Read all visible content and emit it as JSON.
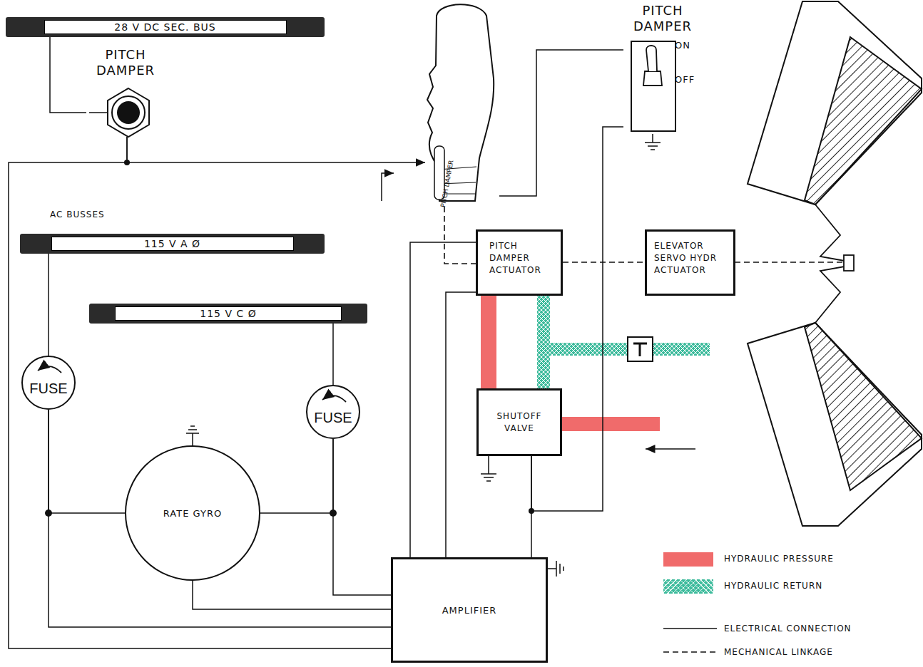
{
  "diagram": {
    "nodes": [
      {
        "text": [
          "28 V DC SEC. BUS"
        ]
      },
      {
        "text": [
          "PITCH DAMPER"
        ]
      },
      {
        "text": [
          "PITCH DAMPER"
        ]
      },
      {
        "text": [
          "PITCH DAMPER",
          "ON",
          "OFF"
        ]
      },
      {
        "text": [
          "115 V A Ø"
        ]
      },
      {
        "text": [
          "115 V C Ø"
        ]
      },
      {
        "text": [
          "FUSE"
        ]
      },
      {
        "text": [
          "FUSE"
        ]
      },
      {
        "text": [
          "RATE GYRO"
        ]
      },
      {
        "text": [
          "PITCH DAMPER ACTUATOR"
        ]
      },
      {
        "text": [
          "ELEVATOR SERVO HYDR ACTUATOR"
        ]
      },
      {
        "text": [
          "SHUTOFF VALVE"
        ]
      },
      {
        "text": [
          "AMPLIFIER"
        ]
      }
    ],
    "edges": [
      {
        "from": 0,
        "to": 1,
        "arrow": "none"
      },
      {
        "from": 1,
        "to": 2,
        "arrow": "to"
      },
      {
        "from": 2,
        "to": 3,
        "arrow": "none"
      },
      {
        "from": 2,
        "to": 9,
        "arrow": "none"
      },
      {
        "from": 9,
        "to": 10,
        "arrow": "none"
      },
      {
        "from": 3,
        "to": 11,
        "arrow": "none"
      },
      {
        "from": 11,
        "to": 12,
        "arrow": "none"
      },
      {
        "from": 9,
        "to": 12,
        "arrow": "none"
      },
      {
        "from": 9,
        "to": 12,
        "arrow": "none"
      },
      {
        "from": 11,
        "to": 9,
        "arrow": "none"
      },
      {
        "from": 9,
        "to": 11,
        "arrow": "none"
      },
      {
        "from": 4,
        "to": 6,
        "arrow": "none"
      },
      {
        "from": 6,
        "to": 8,
        "arrow": "none"
      },
      {
        "from": 6,
        "to": 12,
        "arrow": "none"
      },
      {
        "from": 5,
        "to": 7,
        "arrow": "none"
      },
      {
        "from": 7,
        "to": 8,
        "arrow": "none"
      },
      {
        "from": 7,
        "to": 12,
        "arrow": "none"
      },
      {
        "from": 8,
        "to": 12,
        "arrow": "none"
      },
      {
        "from": 1,
        "to": 12,
        "arrow": "none"
      }
    ],
    "labels": [
      "AC BUSSES"
    ],
    "legend": [
      {
        "text": "HYDRAULIC PRESSURE",
        "color": "#f06b6b"
      },
      {
        "text": "HYDRAULIC RETURN",
        "color": "#3dbb9c"
      },
      {
        "text": "ELECTRICAL CONNECTION"
      },
      {
        "text": "MECHANICAL LINKAGE"
      }
    ]
  }
}
